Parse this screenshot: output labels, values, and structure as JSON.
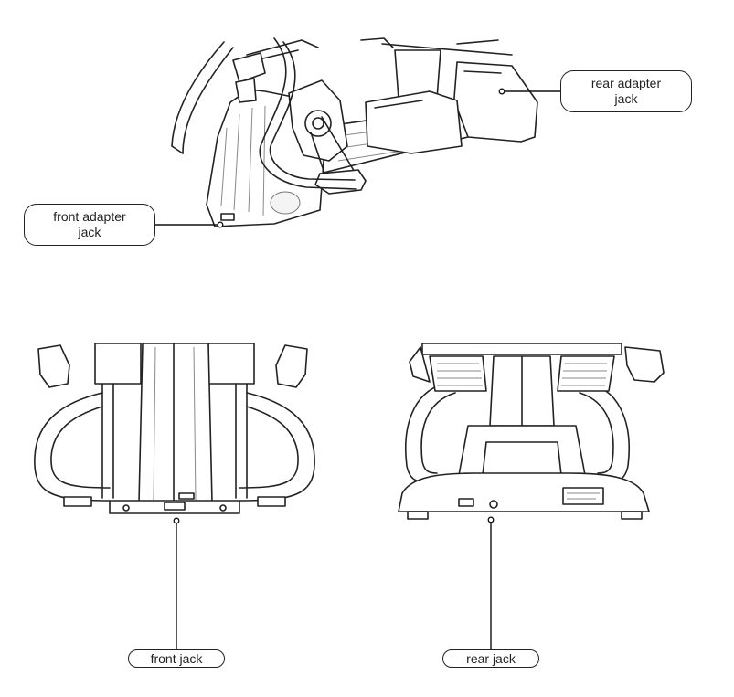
{
  "callouts": {
    "front_adapter_jack": "front adapter\njack",
    "rear_adapter_jack": "rear adapter\njack",
    "front_jack": "front jack",
    "rear_jack": "rear jack"
  }
}
